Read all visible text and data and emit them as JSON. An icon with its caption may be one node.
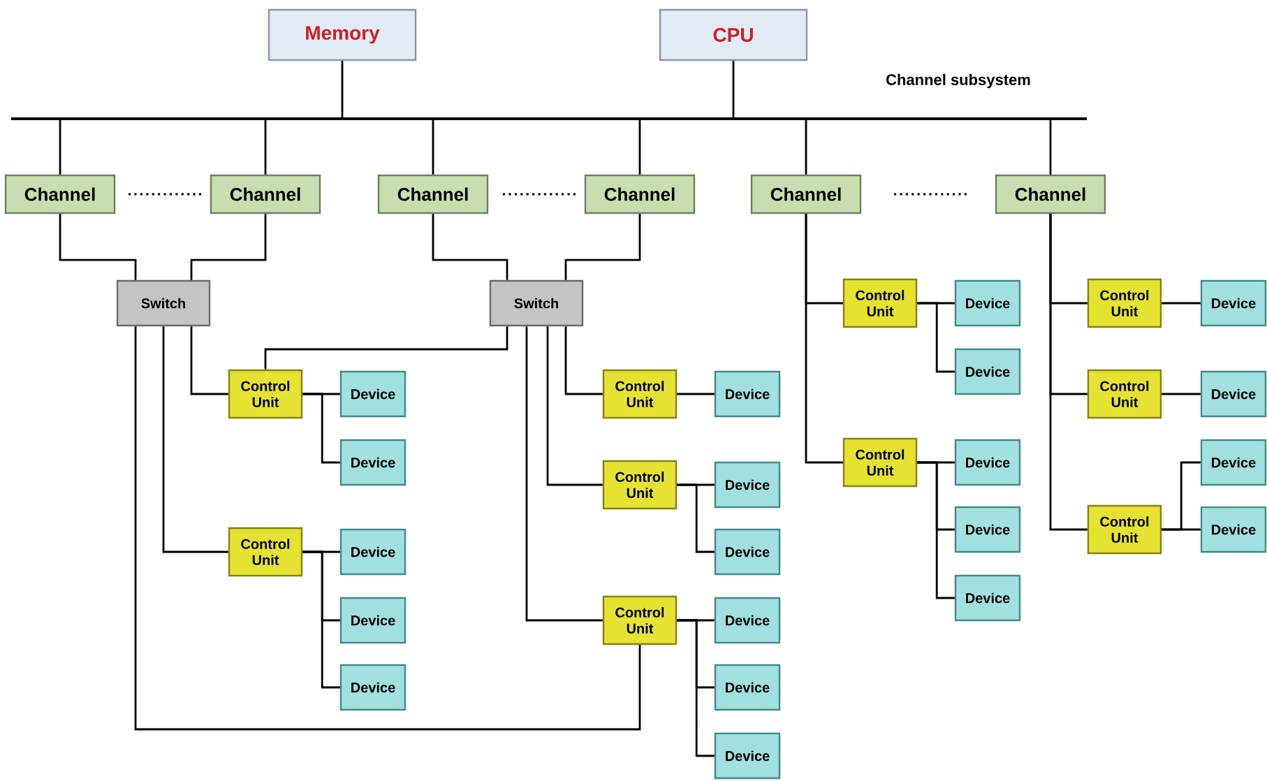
{
  "diagram": {
    "nodes": [
      {
        "text": [
          "Memory"
        ]
      },
      {
        "text": [
          "CPU"
        ]
      },
      {
        "text": [],
        "shape": "bar"
      },
      {
        "text": [
          "Channel"
        ]
      },
      {
        "text": [
          "Channel"
        ]
      },
      {
        "text": [
          "Channel"
        ]
      },
      {
        "text": [
          "Channel"
        ]
      },
      {
        "text": [
          "Channel"
        ]
      },
      {
        "text": [
          "Channel"
        ]
      },
      {
        "text": [
          "Switch"
        ]
      },
      {
        "text": [
          "Switch"
        ]
      },
      {
        "text": [
          "Control Unit"
        ]
      },
      {
        "text": [
          "Control Unit"
        ]
      },
      {
        "text": [
          "Control Unit"
        ]
      },
      {
        "text": [
          "Control Unit"
        ]
      },
      {
        "text": [
          "Control Unit"
        ]
      },
      {
        "text": [
          "Control Unit"
        ]
      },
      {
        "text": [
          "Control Unit"
        ]
      },
      {
        "text": [
          "Control Unit"
        ]
      },
      {
        "text": [
          "Control Unit"
        ]
      },
      {
        "text": [
          "Control Unit"
        ]
      },
      {
        "text": [
          "Device"
        ]
      },
      {
        "text": [
          "Device"
        ]
      },
      {
        "text": [
          "Device"
        ]
      },
      {
        "text": [
          "Device"
        ]
      },
      {
        "text": [
          "Device"
        ]
      },
      {
        "text": [
          "Device"
        ]
      },
      {
        "text": [
          "Device"
        ]
      },
      {
        "text": [
          "Device"
        ]
      },
      {
        "text": [
          "Device"
        ]
      },
      {
        "text": [
          "Device"
        ]
      },
      {
        "text": [
          "Device"
        ]
      },
      {
        "text": [
          "Device"
        ]
      },
      {
        "text": [
          "Device"
        ]
      },
      {
        "text": [
          "Device"
        ]
      },
      {
        "text": [
          "Device"
        ]
      },
      {
        "text": [
          "Device"
        ]
      },
      {
        "text": [
          "Device"
        ]
      },
      {
        "text": [
          "Device"
        ]
      },
      {
        "text": [
          "Device"
        ]
      },
      {
        "text": [
          "Device"
        ]
      }
    ],
    "edges": [
      {
        "from": 0,
        "to": 2,
        "arrow": "none"
      },
      {
        "from": 1,
        "to": 2,
        "arrow": "none"
      },
      {
        "from": 2,
        "to": 3,
        "arrow": "none"
      },
      {
        "from": 2,
        "to": 4,
        "arrow": "none"
      },
      {
        "from": 2,
        "to": 5,
        "arrow": "none"
      },
      {
        "from": 2,
        "to": 6,
        "arrow": "none"
      },
      {
        "from": 2,
        "to": 7,
        "arrow": "none"
      },
      {
        "from": 2,
        "to": 8,
        "arrow": "none"
      },
      {
        "from": 3,
        "to": 9,
        "arrow": "none"
      },
      {
        "from": 4,
        "to": 9,
        "arrow": "none"
      },
      {
        "from": 5,
        "to": 10,
        "arrow": "none"
      },
      {
        "from": 6,
        "to": 10,
        "arrow": "none"
      },
      {
        "from": 9,
        "to": 11,
        "arrow": "none"
      },
      {
        "from": 9,
        "to": 12,
        "arrow": "none"
      },
      {
        "from": 9,
        "to": 15,
        "arrow": "none"
      },
      {
        "from": 10,
        "to": 11,
        "arrow": "none"
      },
      {
        "from": 10,
        "to": 13,
        "arrow": "none"
      },
      {
        "from": 10,
        "to": 14,
        "arrow": "none"
      },
      {
        "from": 10,
        "to": 15,
        "arrow": "none"
      },
      {
        "from": 7,
        "to": 16,
        "arrow": "none"
      },
      {
        "from": 7,
        "to": 17,
        "arrow": "none"
      },
      {
        "from": 8,
        "to": 18,
        "arrow": "none"
      },
      {
        "from": 8,
        "to": 19,
        "arrow": "none"
      },
      {
        "from": 8,
        "to": 20,
        "arrow": "none"
      },
      {
        "from": 11,
        "to": 21,
        "arrow": "none"
      },
      {
        "from": 11,
        "to": 22,
        "arrow": "none"
      },
      {
        "from": 12,
        "to": 23,
        "arrow": "none"
      },
      {
        "from": 12,
        "to": 24,
        "arrow": "none"
      },
      {
        "from": 12,
        "to": 25,
        "arrow": "none"
      },
      {
        "from": 13,
        "to": 26,
        "arrow": "none"
      },
      {
        "from": 14,
        "to": 27,
        "arrow": "none"
      },
      {
        "from": 14,
        "to": 28,
        "arrow": "none"
      },
      {
        "from": 15,
        "to": 29,
        "arrow": "none"
      },
      {
        "from": 15,
        "to": 30,
        "arrow": "none"
      },
      {
        "from": 15,
        "to": 31,
        "arrow": "none"
      },
      {
        "from": 16,
        "to": 32,
        "arrow": "none"
      },
      {
        "from": 16,
        "to": 33,
        "arrow": "none"
      },
      {
        "from": 17,
        "to": 34,
        "arrow": "none"
      },
      {
        "from": 17,
        "to": 35,
        "arrow": "none"
      },
      {
        "from": 17,
        "to": 36,
        "arrow": "none"
      },
      {
        "from": 18,
        "to": 37,
        "arrow": "none"
      },
      {
        "from": 19,
        "to": 38,
        "arrow": "none"
      },
      {
        "from": 20,
        "to": 39,
        "arrow": "none"
      },
      {
        "from": 20,
        "to": 40,
        "arrow": "none"
      }
    ],
    "labels": [
      "Channel subsystem"
    ]
  }
}
